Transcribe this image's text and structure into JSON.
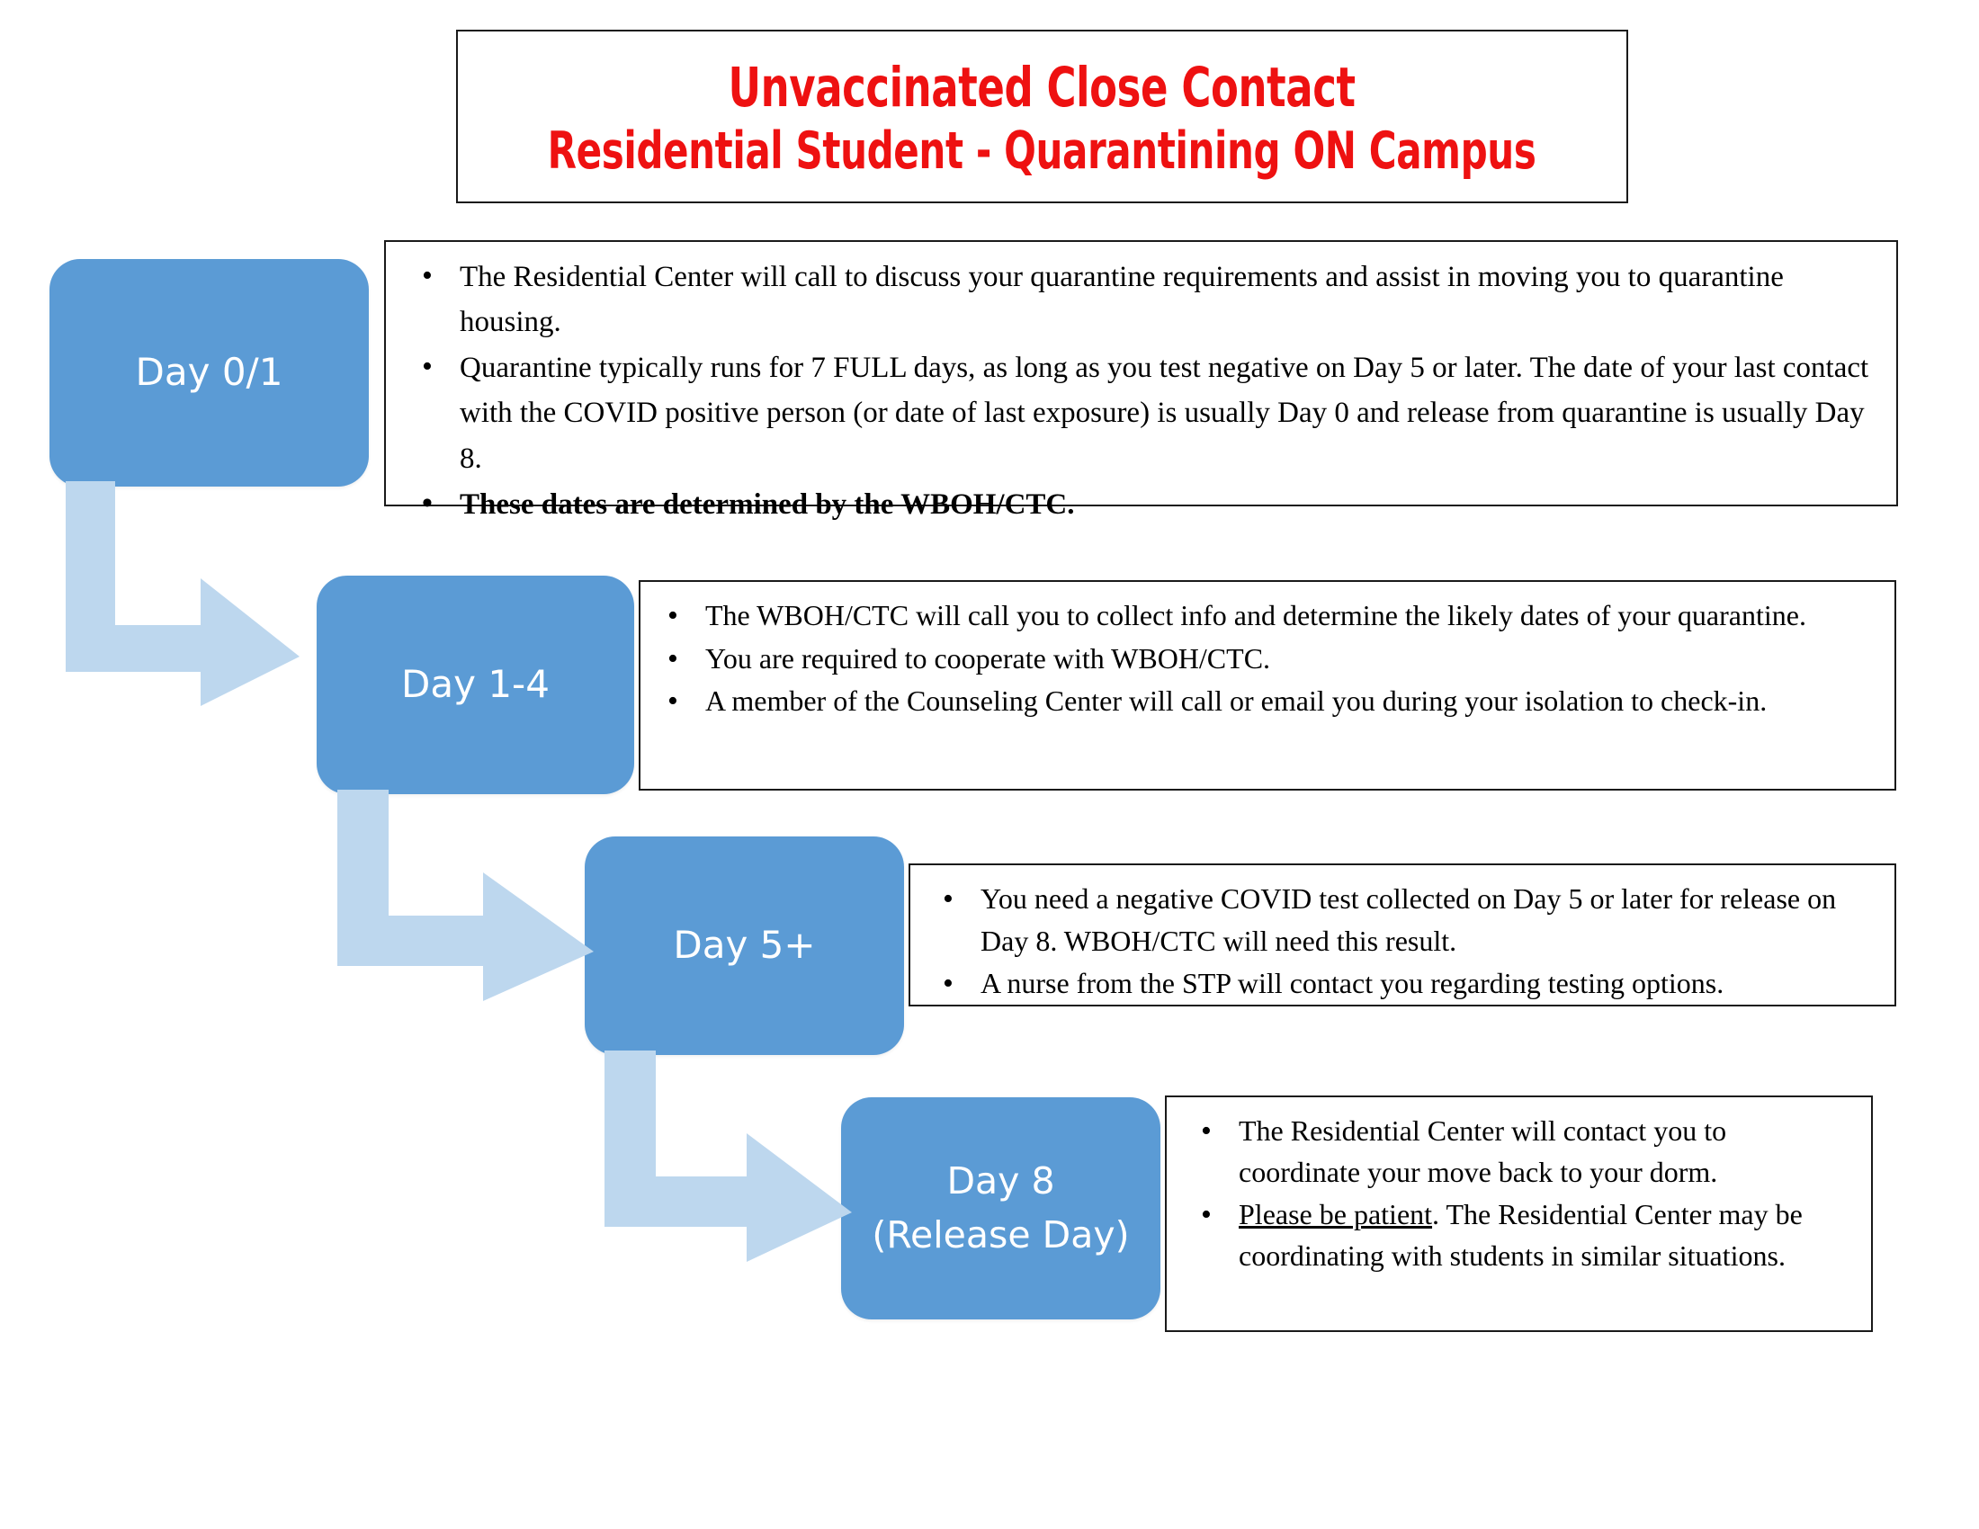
{
  "colors": {
    "title_text": "#EE1111",
    "step_fill": "#5B9BD5",
    "arrow_fill": "#BDD7EE",
    "border": "#1A1A1A",
    "body_text": "#000000"
  },
  "title": {
    "line1": "Unvaccinated Close Contact",
    "line2": "Residential Student - Quarantining ON Campus"
  },
  "steps": [
    {
      "id": "day-0-1",
      "label": "Day 0/1",
      "sublabel": ""
    },
    {
      "id": "day-1-4",
      "label": "Day 1-4",
      "sublabel": ""
    },
    {
      "id": "day-5-plus",
      "label": "Day 5+",
      "sublabel": ""
    },
    {
      "id": "day-8",
      "label": "Day  8",
      "sublabel": "(Release Day)"
    }
  ],
  "info_boxes": [
    {
      "id": "info-day-0-1",
      "bullets": [
        {
          "text": "The Residential Center will call to discuss your quarantine requirements and assist in moving you to quarantine housing.",
          "bold": false,
          "underline_prefix": ""
        },
        {
          "text": "Quarantine typically runs for 7 FULL days, as long as you test negative on Day 5 or later. The date of your last contact with the COVID positive person (or date of last exposure) is usually Day 0 and release from quarantine is usually Day 8.",
          "bold": false,
          "underline_prefix": ""
        },
        {
          "text": "These dates are determined by the WBOH/CTC.",
          "bold": true,
          "underline_prefix": ""
        }
      ]
    },
    {
      "id": "info-day-1-4",
      "bullets": [
        {
          "text": "The WBOH/CTC will call you to collect info and determine the likely dates of your quarantine.",
          "bold": false,
          "underline_prefix": ""
        },
        {
          "text": "You are required to cooperate with WBOH/CTC.",
          "bold": false,
          "underline_prefix": ""
        },
        {
          "text": "A member of the Counseling Center will call or email you during your isolation to check-in.",
          "bold": false,
          "underline_prefix": ""
        }
      ]
    },
    {
      "id": "info-day-5-plus",
      "bullets": [
        {
          "text": "You need a negative COVID test collected on Day 5 or later for release on Day 8. WBOH/CTC will need this result.",
          "bold": false,
          "underline_prefix": ""
        },
        {
          "text": "A nurse from the STP will contact you regarding testing options.",
          "bold": false,
          "underline_prefix": ""
        }
      ]
    },
    {
      "id": "info-day-8",
      "bullets": [
        {
          "text": "The Residential Center will contact you to coordinate your move back to your dorm.",
          "bold": false,
          "underline_prefix": ""
        },
        {
          "text": ". The Residential Center may be coordinating with students in similar situations.",
          "bold": false,
          "underline_prefix": "Please be patient"
        }
      ]
    }
  ],
  "arrows": [
    {
      "id": "arrow-day01-to-day14",
      "icon": "elbow-arrow-right-icon"
    },
    {
      "id": "arrow-day14-to-day5",
      "icon": "elbow-arrow-right-icon"
    },
    {
      "id": "arrow-day5-to-day8",
      "icon": "elbow-arrow-right-icon"
    }
  ]
}
